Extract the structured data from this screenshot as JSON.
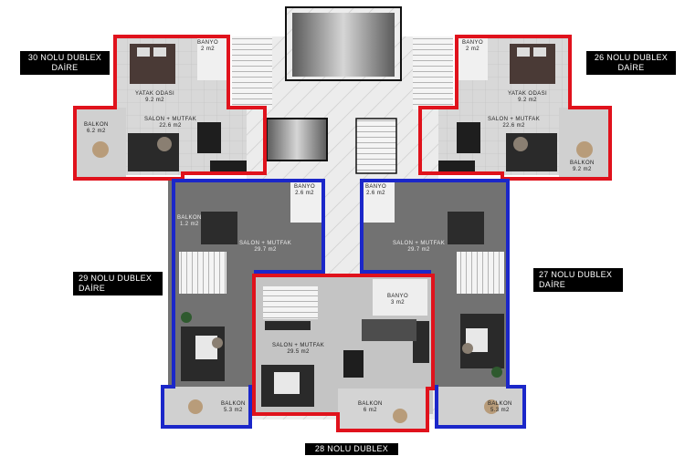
{
  "units": [
    {
      "name_line1": "30 NOLU DUBLEX",
      "name_line2": "DAİRE"
    },
    {
      "name_line1": "26 NOLU  DUBLEX",
      "name_line2": "DAİRE"
    },
    {
      "name_line1": "29 NOLU DUBLEX",
      "name_line2": "DAİRE"
    },
    {
      "name_line1": "27 NOLU DUBLEX",
      "name_line2": "DAİRE"
    },
    {
      "name_line1": "28 NOLU DUBLEX",
      "name_line2": ""
    }
  ],
  "rooms": {
    "banyo_30": {
      "name": "BANYO",
      "area": "2 m2"
    },
    "yatak_30": {
      "name": "YATAK ODASI",
      "area": "9.2 m2"
    },
    "salon_30": {
      "name": "SALON + MUTFAK",
      "area": "22.6 m2"
    },
    "balkon_30": {
      "name": "BALKON",
      "area": "6.2 m2"
    },
    "banyo_26": {
      "name": "BANYO",
      "area": "2 m2"
    },
    "yatak_26": {
      "name": "YATAK ODASI",
      "area": "9.2 m2"
    },
    "salon_26": {
      "name": "SALON + MUTFAK",
      "area": "22.6 m2"
    },
    "balkon_26": {
      "name": "BALKON",
      "area": "9.2 m2"
    },
    "banyo_29": {
      "name": "BANYO",
      "area": "2.6 m2"
    },
    "balkon_29a": {
      "name": "BALKON",
      "area": "1.2 m2"
    },
    "salon_29": {
      "name": "SALON + MUTFAK",
      "area": "29.7 m2"
    },
    "balkon_29b": {
      "name": "BALKON",
      "area": "5.3 m2"
    },
    "banyo_27": {
      "name": "BANYO",
      "area": "2.6 m2"
    },
    "salon_27": {
      "name": "SALON + MUTFAK",
      "area": "29.7 m2"
    },
    "balkon_27": {
      "name": "BALKON",
      "area": "5.3 m2"
    },
    "banyo_28": {
      "name": "BANYO",
      "area": "3 m2"
    },
    "salon_28": {
      "name": "SALON + MUTFAK",
      "area": "29.5 m2"
    },
    "balkon_28": {
      "name": "BALKON",
      "area": "6 m2"
    }
  },
  "colors": {
    "unit_30_outline": "#e0121c",
    "unit_26_outline": "#e0121c",
    "unit_28_outline": "#e0121c",
    "unit_29_outline": "#1b27c9",
    "unit_27_outline": "#1b27c9",
    "floor_light": "#dcdcdc",
    "floor_dark": "#6f6f6f",
    "wall": "#111111"
  }
}
